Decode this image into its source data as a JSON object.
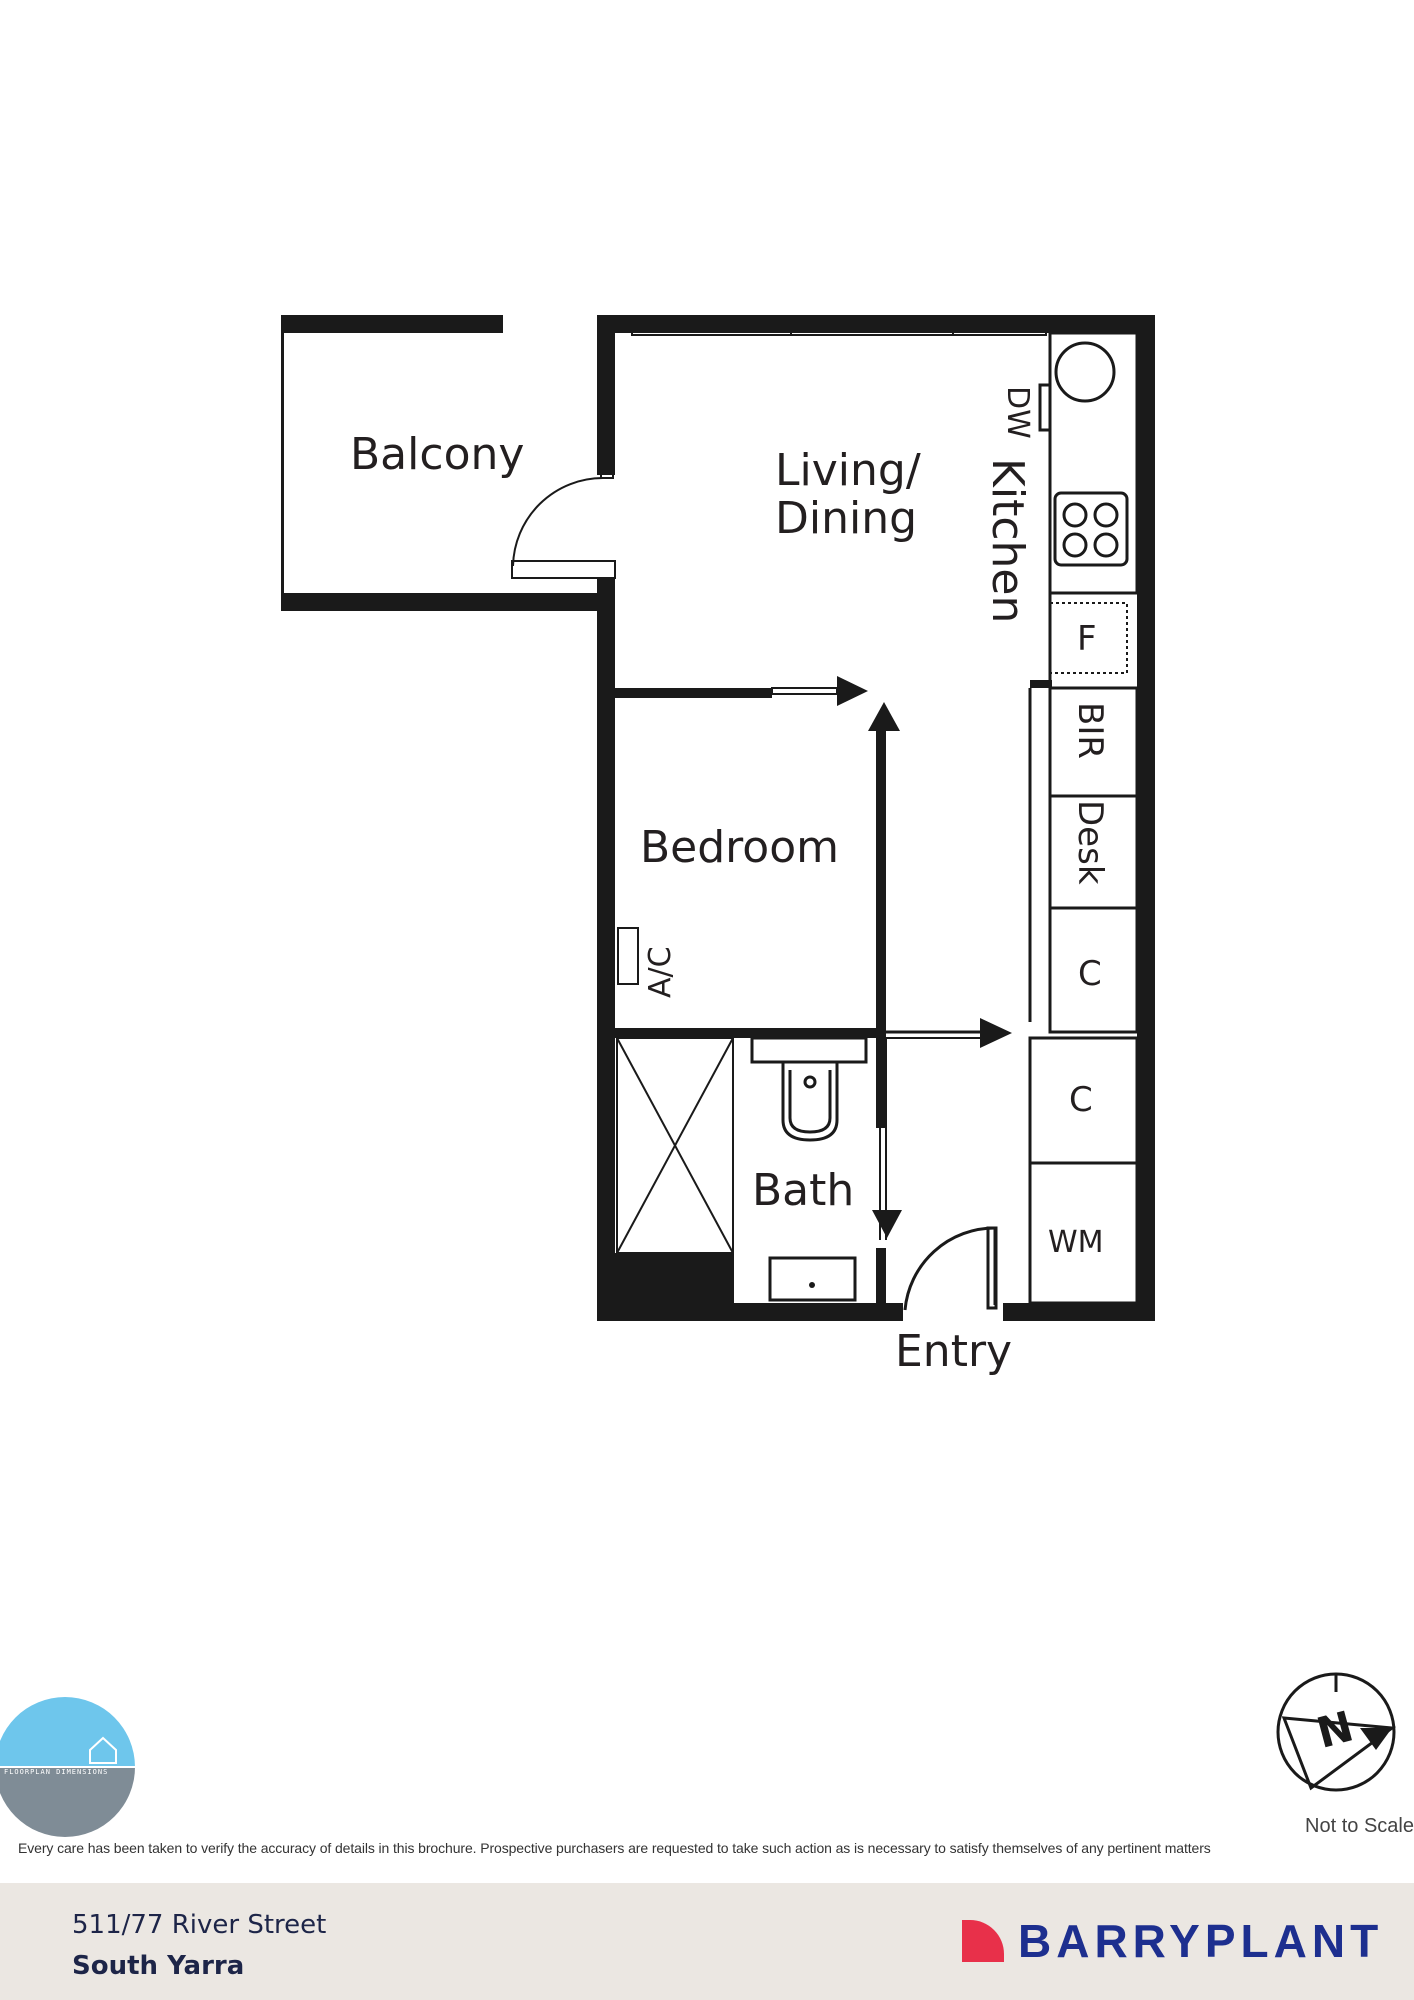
{
  "rooms": {
    "balcony": "Balcony",
    "living_line1": "Living/",
    "living_line2": "Dining",
    "kitchen": "Kitchen",
    "dishwasher": "DW",
    "bedroom": "Bedroom",
    "ac": "A/C",
    "bath": "Bath",
    "entry": "Entry",
    "fridge": "F",
    "bir": "BIR",
    "desk": "Desk",
    "cupboard_1": "C",
    "cupboard_2": "C",
    "washing_machine": "WM"
  },
  "note": {
    "not_to_scale": "Not to Scale",
    "disclaimer": "Every care has been taken to verify the accuracy of details in this brochure. Prospective purchasers are requested to take such action as is necessary to satisfy themselves of any pertinent matters"
  },
  "listing": {
    "address_line1": "511/77 River Street",
    "address_line2": "South Yarra"
  },
  "brand": {
    "name": "BARRYPLANT",
    "color": "#1d2f8f",
    "accent": "#e8304a"
  },
  "logo": {
    "text": "FLOORPLAN DIMENSIONS",
    "sky_color": "#6ec6ec",
    "ground_color": "#7f8c96"
  },
  "compass": {
    "letter": "N"
  }
}
